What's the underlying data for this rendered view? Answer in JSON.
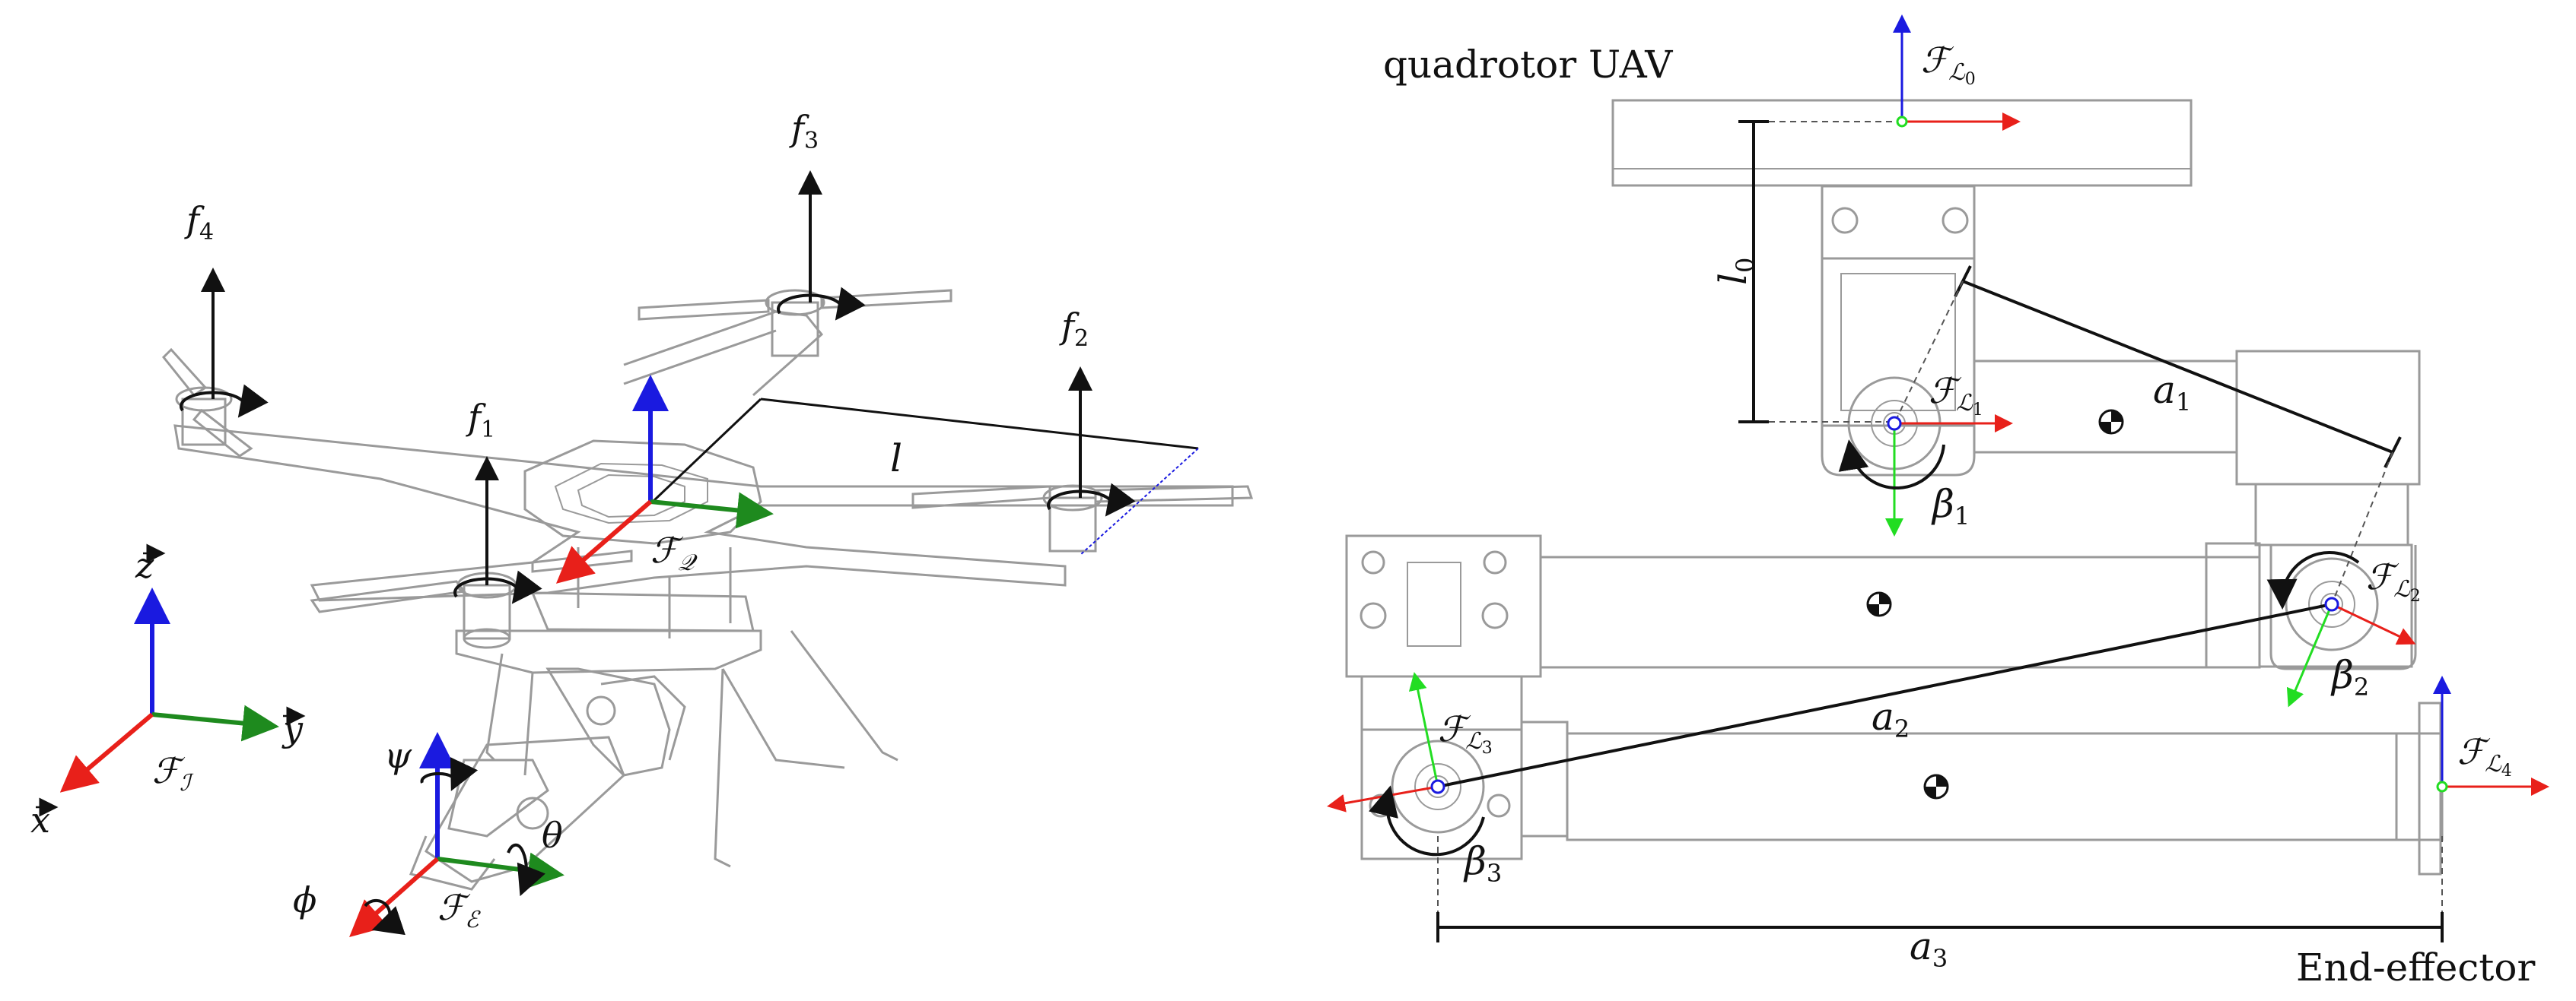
{
  "labels": {
    "quadrotor": "quadrotor UAV",
    "end_effector": "End-effector",
    "f1": "f",
    "f1_sub": "1",
    "f2": "f",
    "f2_sub": "2",
    "f3": "f",
    "f3_sub": "3",
    "f4": "f",
    "f4_sub": "4",
    "l": "l",
    "l0": "l",
    "l0_sub": "0",
    "a1": "a",
    "a1_sub": "1",
    "a2": "a",
    "a2_sub": "2",
    "a3": "a",
    "a3_sub": "3",
    "beta1": "β",
    "beta1_sub": "1",
    "beta2": "β",
    "beta2_sub": "2",
    "beta3": "β",
    "beta3_sub": "3",
    "psi": "ψ",
    "theta": "θ",
    "phi": "ϕ",
    "x_axis": "x",
    "y_axis": "y",
    "z_axis": "z",
    "frame_I": "ℱ",
    "frame_I_sub": "ℐ",
    "frame_Q": "ℱ",
    "frame_Q_sub": "𝒬",
    "frame_E": "ℱ",
    "frame_E_sub": "ℰ",
    "frame_L0": "ℱ",
    "frame_L0_sub": "ℒ",
    "frame_L0_subsub": "0",
    "frame_L1": "ℱ",
    "frame_L1_sub": "ℒ",
    "frame_L1_subsub": "1",
    "frame_L2": "ℱ",
    "frame_L2_sub": "ℒ",
    "frame_L2_subsub": "2",
    "frame_L3": "ℱ",
    "frame_L3_sub": "ℒ",
    "frame_L3_subsub": "3",
    "frame_L4": "ℱ",
    "frame_L4_sub": "ℒ",
    "frame_L4_subsub": "4"
  },
  "colors": {
    "x_axis": "#e8201a",
    "y_axis": "#1e8a1e",
    "z_axis": "#1a1ae0",
    "frame_y": "#22dd22",
    "outline": "#9a9a9a",
    "ink": "#111111"
  }
}
